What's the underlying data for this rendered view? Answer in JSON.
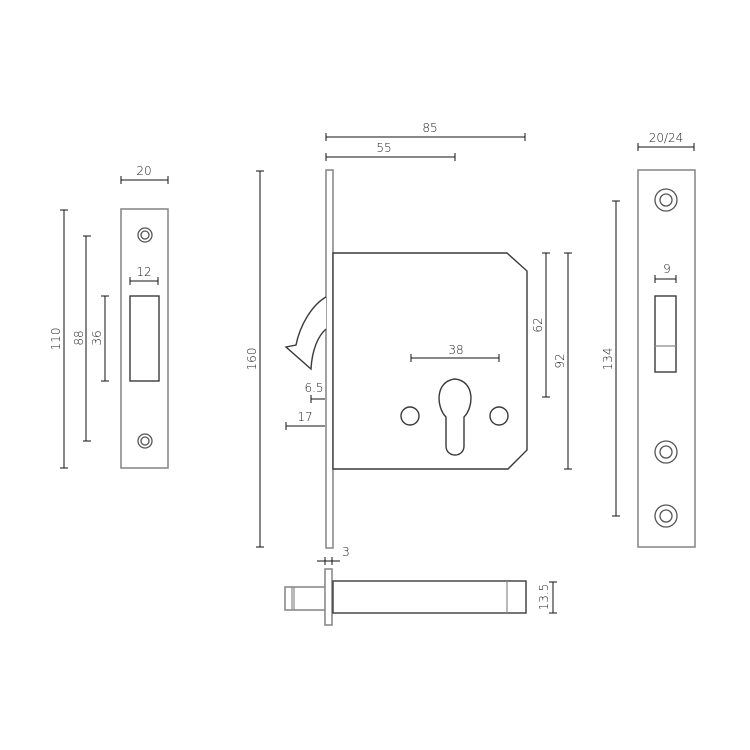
{
  "drawing": {
    "title": "Mortise sliding door lock with cylinder profile - dimension drawing",
    "units": "mm",
    "colors": {
      "outline": "#8a8a8a",
      "dimension": "#111111",
      "background": "#ffffff"
    }
  },
  "strike_plate": {
    "dims": {
      "width": "20",
      "slot_width": "12",
      "height": "110",
      "hole_spacing": "88",
      "slot_height": "36"
    }
  },
  "lock_body": {
    "dims": {
      "overall_depth": "85",
      "backset": "55",
      "faceplate_height": "160",
      "cylinder_spacing": "38",
      "body_height_inner": "62",
      "body_height": "92",
      "hook_offset": "6.5",
      "hook_throw": "17"
    }
  },
  "faceplate": {
    "dims": {
      "width": "20/24",
      "slot_width": "9",
      "screw_spacing": "134"
    }
  },
  "side_view": {
    "dims": {
      "faceplate_thickness": "3",
      "body_thickness": "13.5"
    }
  }
}
